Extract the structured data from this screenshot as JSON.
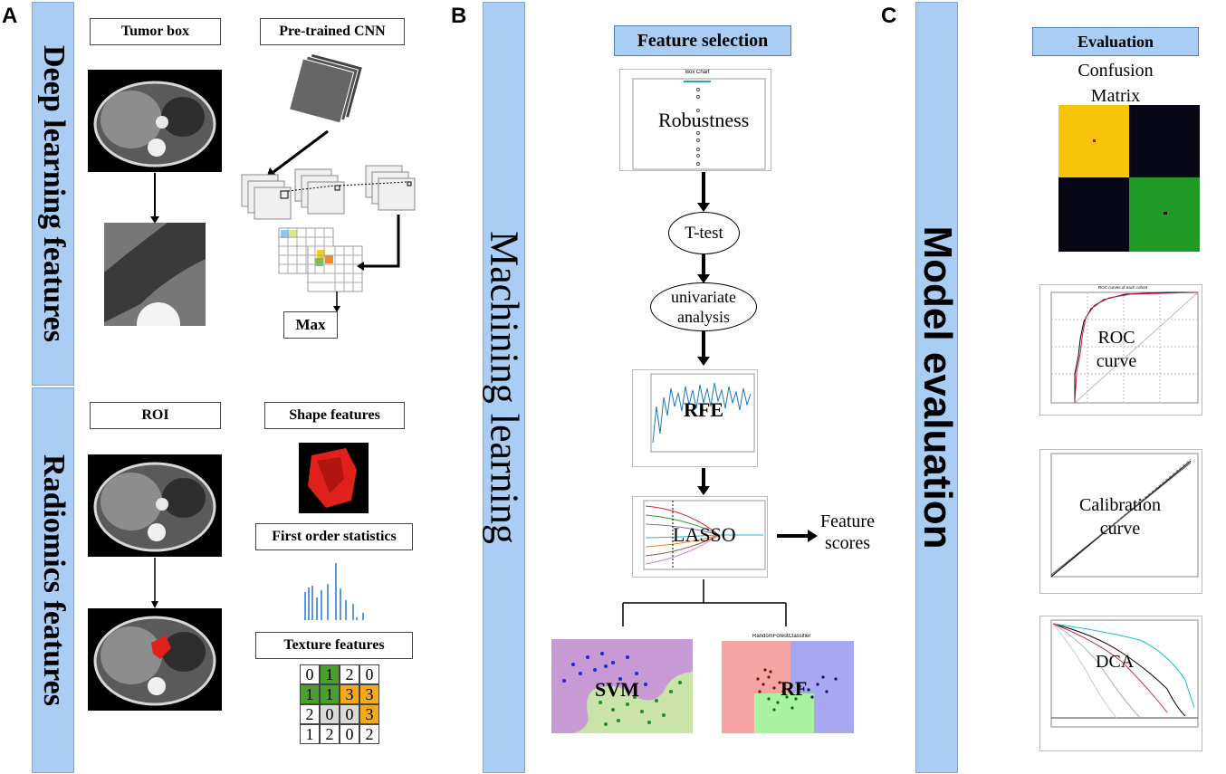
{
  "panels": {
    "a": {
      "letter": "A",
      "band_top": "Deep learning features",
      "band_bottom": "Radiomics features",
      "tumor_box": "Tumor box",
      "pretrained_cnn": "Pre-trained CNN",
      "max": "Max",
      "roi": "ROI",
      "shape_features": "Shape features",
      "first_order": "First order statistics",
      "texture_features": "Texture features",
      "texture_matrix": [
        [
          "0",
          "1",
          "2",
          "0"
        ],
        [
          "1",
          "1",
          "3",
          "3"
        ],
        [
          "2",
          "0",
          "0",
          "3"
        ],
        [
          "1",
          "2",
          "0",
          "2"
        ]
      ]
    },
    "b": {
      "letter": "B",
      "band": "Machining learning",
      "feature_selection": "Feature selection",
      "box_chart_title": "Box Chart",
      "robustness": "Robustness",
      "ttest": "T-test",
      "univariate": "univariate analysis",
      "rfe": "RFE",
      "lasso": "LASSO",
      "feature_scores": "Feature scores",
      "svm": "SVM",
      "rf": "RF",
      "rf_plot_title": "RandomForestClassifier"
    },
    "c": {
      "letter": "C",
      "band": "Model evaluation",
      "evaluation": "Evaluation",
      "confusion_matrix": "Confusion Matrix",
      "roc": "ROC curve",
      "calibration": "Calibration curve",
      "dca": "DCA",
      "roc_plot_title": "ROC curves of each cohort"
    }
  },
  "colors": {
    "band": "#a9cdf3",
    "cm_yellow": "#f7c40a",
    "cm_green": "#1f9a24",
    "cm_dark": "#070716"
  }
}
